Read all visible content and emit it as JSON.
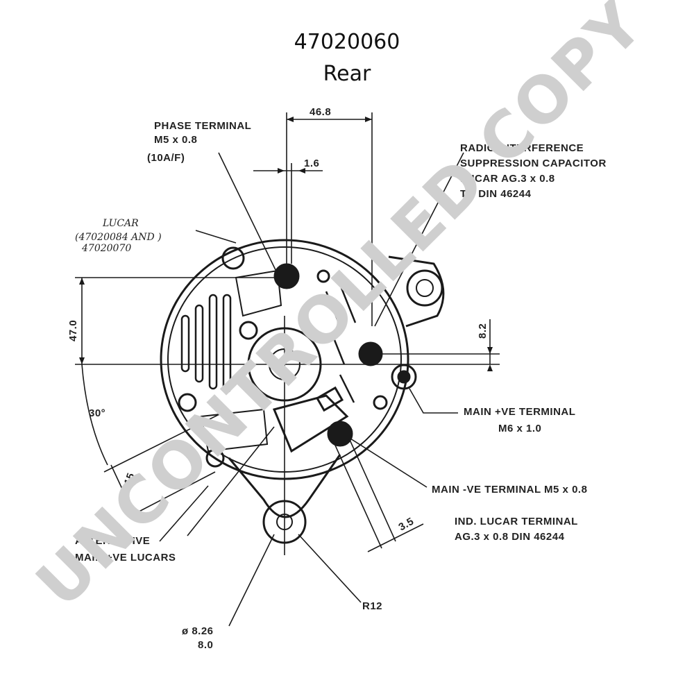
{
  "header": {
    "part_number": "47020060",
    "view": "Rear"
  },
  "labels": {
    "phase_terminal": [
      "PHASE TERMINAL",
      "M5 x 0.8",
      "(10A/F)"
    ],
    "radio_capacitor": [
      "RADIO INTERFERENCE",
      "SUPPRESSION CAPACITOR",
      "LUCAR AG.3 x 0.8",
      "TO DIN 46244"
    ],
    "lucar": [
      "LUCAR",
      "(47020084 AND )",
      "47020070"
    ],
    "main_pos_terminal": [
      "MAIN +VE TERMINAL",
      "M6 x 1.0"
    ],
    "main_neg_terminal": "MAIN -VE TERMINAL  M5 x 0.8",
    "ind_lucar_terminal": [
      "IND. LUCAR TERMINAL",
      "AG.3 x 0.8 DIN 46244"
    ],
    "alternative": [
      "ALTERNATIVE",
      "MAIN +VE LUCARS"
    ],
    "r12": "R12",
    "diameter": [
      "ø 8.26",
      "8.0"
    ]
  },
  "dimensions": {
    "d46_8": "46.8",
    "d1_6": "1.6",
    "d47_0": "47.0",
    "d8_2": "8.2",
    "d30_deg": "30°",
    "d15": "15",
    "d3_5": "3.5"
  },
  "watermark": "UNCONTROLLED COPY"
}
